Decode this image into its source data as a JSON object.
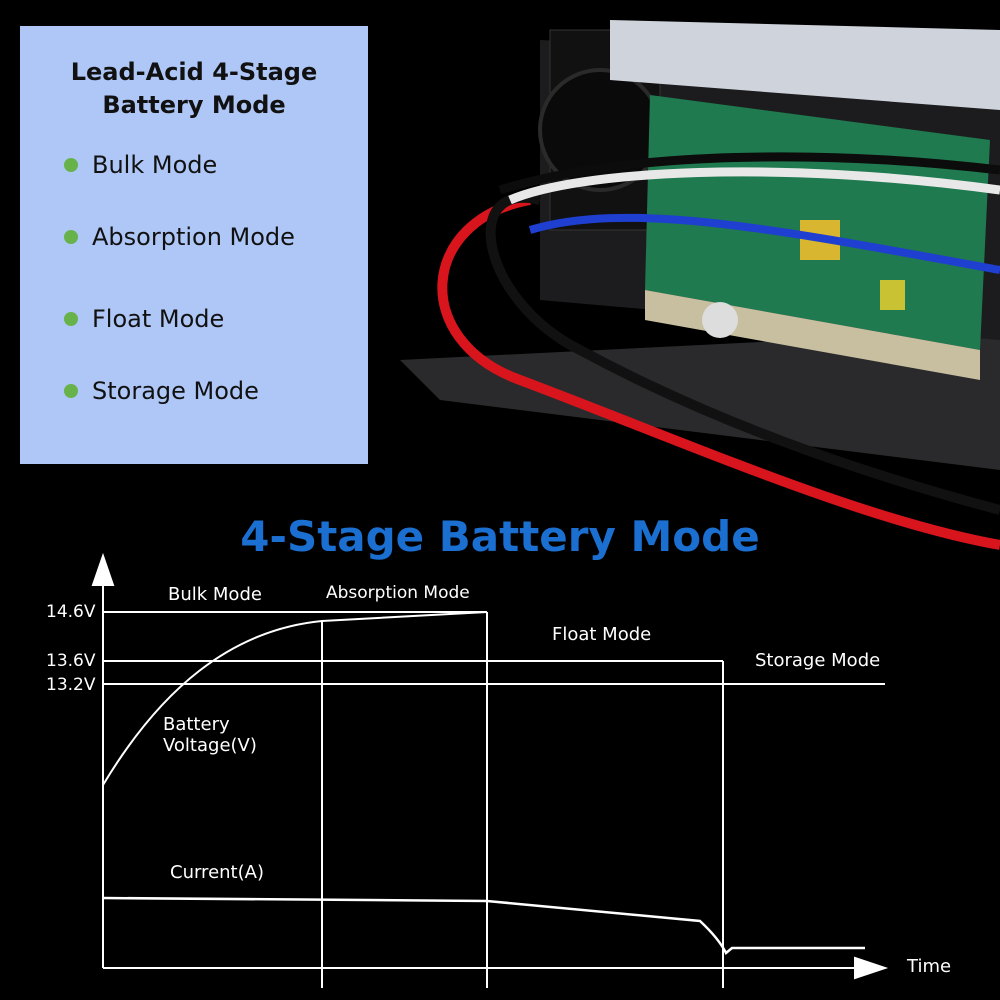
{
  "panel": {
    "title_line1": "Lead-Acid 4-Stage",
    "title_line2": "Battery Mode",
    "bullet_color": "#68b24c",
    "background": "#afc7f7",
    "items": [
      "Bulk Mode",
      "Absorption Mode",
      "Float Mode",
      "Storage Mode"
    ]
  },
  "diagram": {
    "title": "4-Stage Battery Mode",
    "title_color": "#1a6fd0",
    "stage_labels": [
      "Bulk Mode",
      "Absorption Mode",
      "Float Mode",
      "Storage Mode"
    ],
    "voltage_ticks": [
      "14.6V",
      "13.6V",
      "13.2V"
    ],
    "voltage_label_line1": "Battery",
    "voltage_label_line2": "Voltage(V)",
    "current_label": "Current(A)",
    "x_axis_label": "Time"
  }
}
